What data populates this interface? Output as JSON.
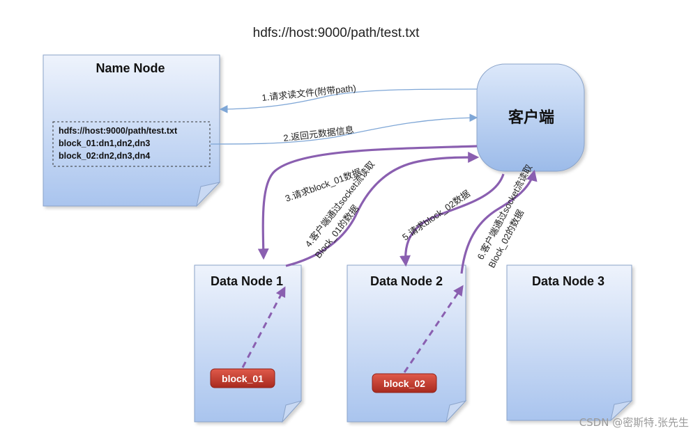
{
  "diagram": {
    "title": "hdfs://host:9000/path/test.txt",
    "name_node": {
      "label": "Name Node",
      "metadata": [
        "hdfs://host:9000/path/test.txt",
        "block_01:dn1,dn2,dn3",
        "block_02:dn2,dn3,dn4"
      ]
    },
    "client": {
      "label": "客户端"
    },
    "data_nodes": [
      {
        "label": "Data Node 1",
        "block": "block_01"
      },
      {
        "label": "Data Node 2",
        "block": "block_02"
      },
      {
        "label": "Data Node 3"
      }
    ],
    "steps": {
      "s1": "1.请求读文件(附带path)",
      "s2": "2.返回元数据信息",
      "s3": "3.请求block_01数据",
      "s4a": "4.客户端通过socket流读取",
      "s4b": "Block_01的数据",
      "s5": "5.请求block_02数据",
      "s6a": "6.客户端通过socket流读取",
      "s6b": "Block_02的数据"
    },
    "watermark": "CSDN @密斯特.张先生"
  },
  "colors": {
    "node_fill_top": "#eef3fc",
    "node_fill_bottom": "#a9c4ee",
    "node_stroke": "#8aa3c9",
    "blue_arrow": "#7ea6d6",
    "purple_arrow": "#8a5fb0",
    "block_badge": "#c0392b"
  }
}
